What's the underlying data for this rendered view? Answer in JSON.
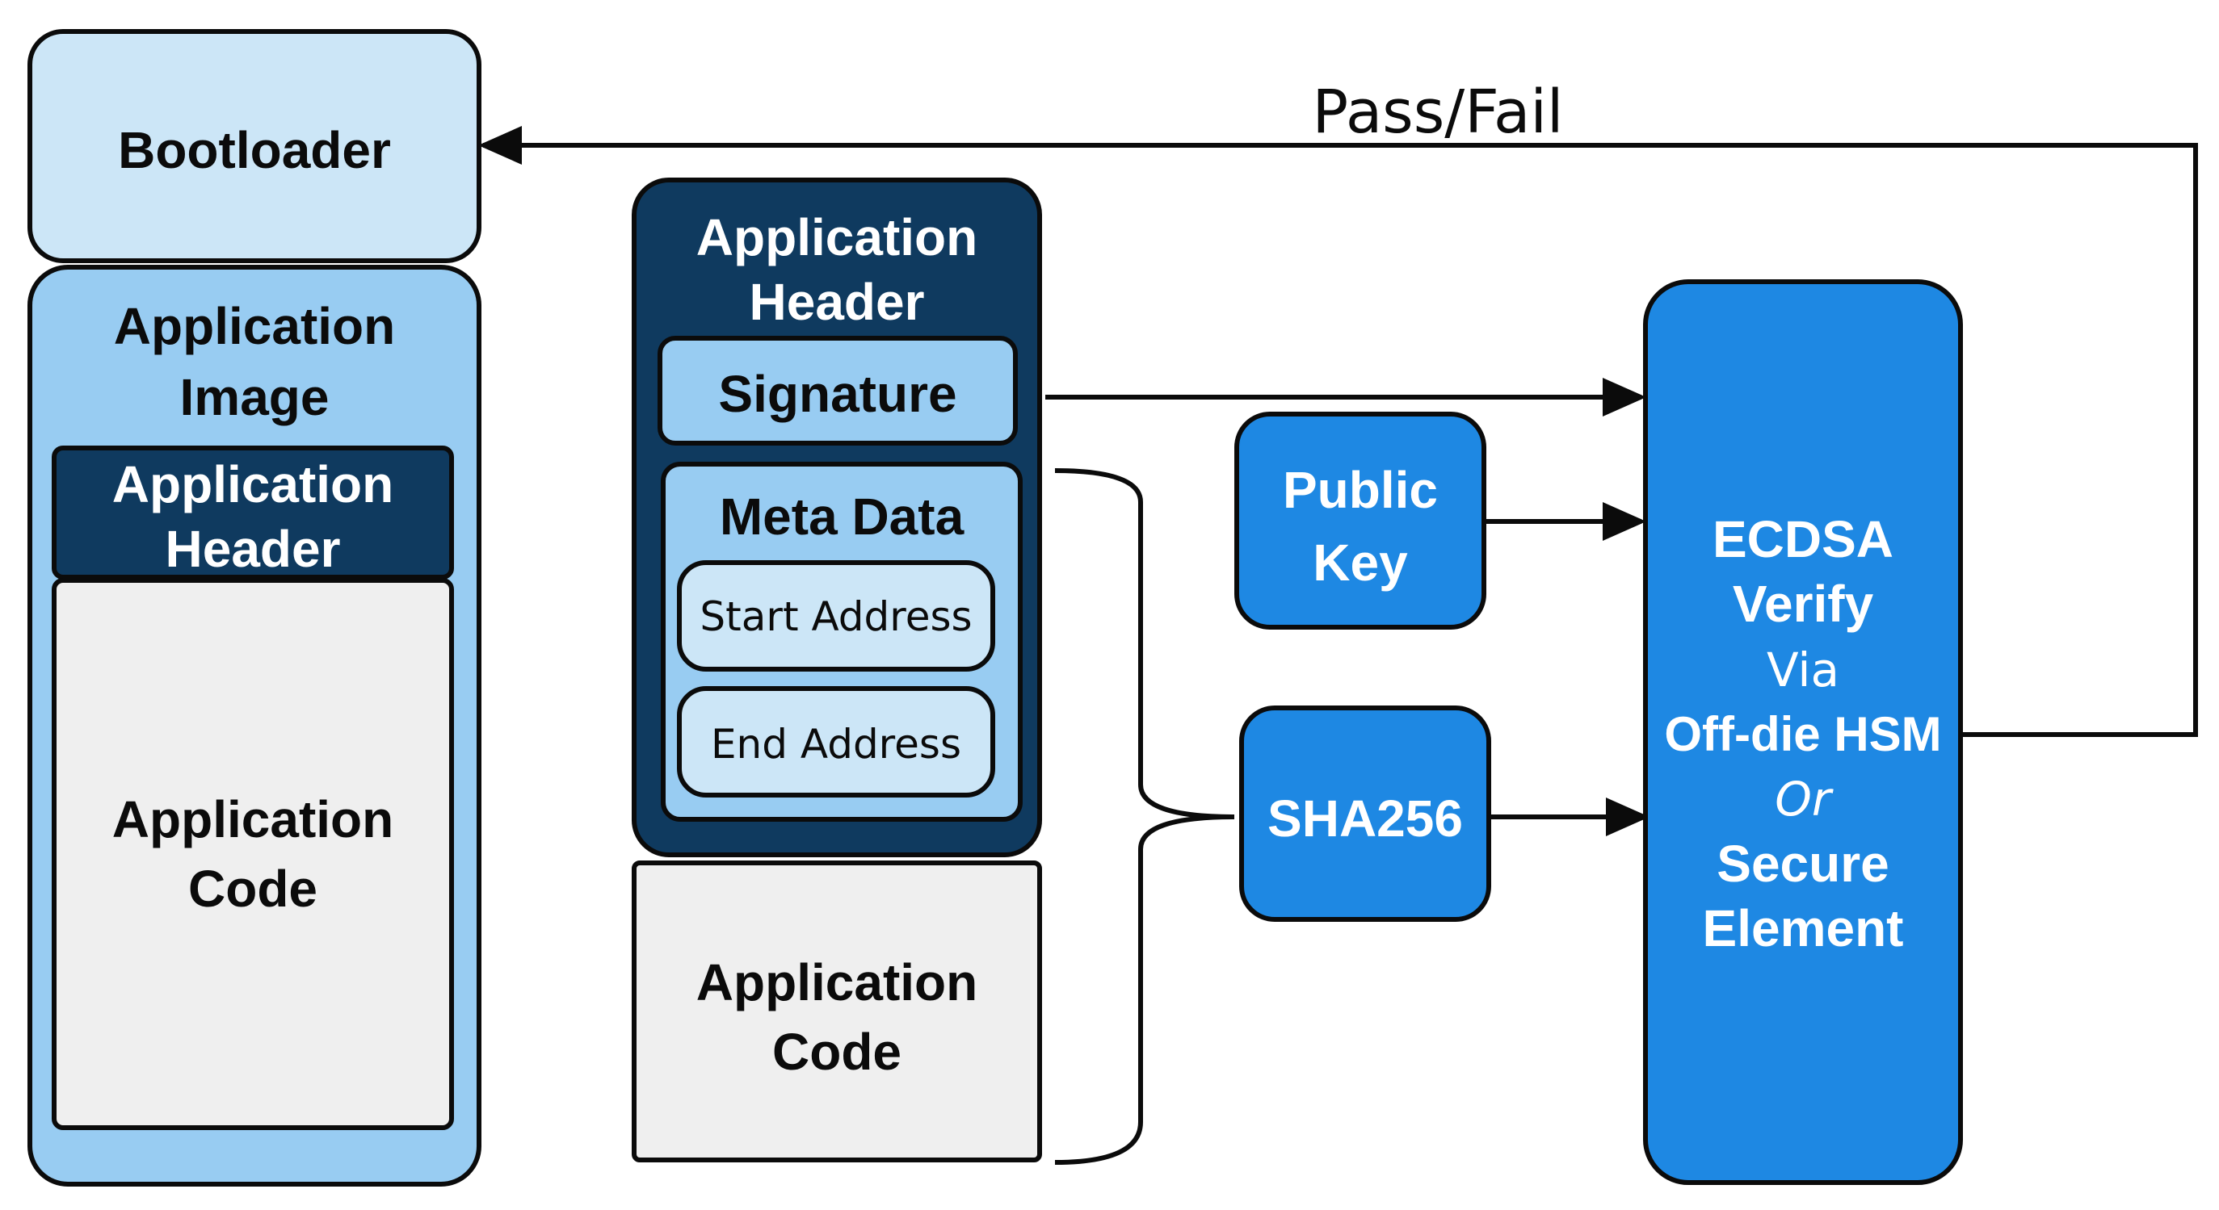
{
  "colors": {
    "very_light_blue": "#cce6f7",
    "light_blue": "#98ccf2",
    "dark_navy": "#0f3a5f",
    "bright_blue": "#1e88e3",
    "light_gray": "#efefef",
    "outline": "#0b0b0b"
  },
  "left_stack": {
    "bootloader": "Bootloader",
    "application_image": "Application\nImage",
    "application_header": "Application\nHeader",
    "application_code": "Application\nCode"
  },
  "middle_stack": {
    "application_header": "Application\nHeader",
    "signature": "Signature",
    "meta_data": "Meta Data",
    "start_address": "Start Address",
    "end_address": "End Address",
    "application_code": "Application\nCode"
  },
  "public_key": "Public\nKey",
  "sha256": "SHA256",
  "ecdsa": {
    "line1": "ECDSA",
    "line2": "Verify",
    "line3": "Via",
    "line4": "Off-die HSM",
    "line5": "Or",
    "line6": "Secure",
    "line7": "Element"
  },
  "feedback_label": "Pass/Fail"
}
